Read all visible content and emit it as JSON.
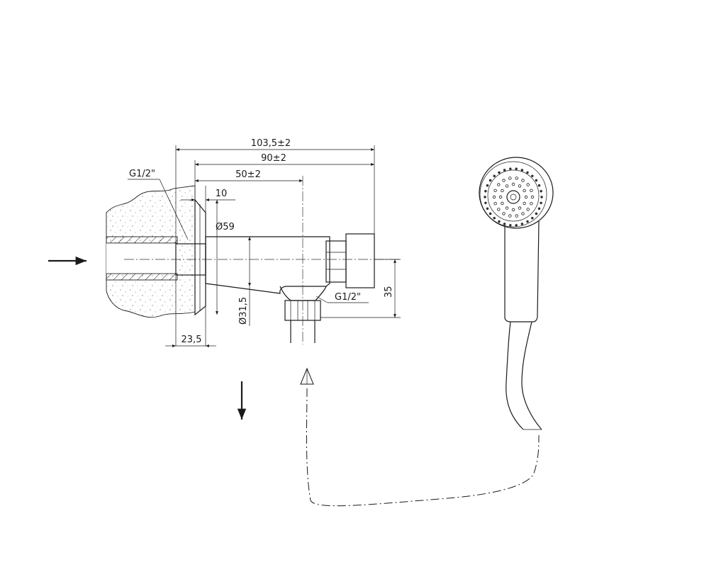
{
  "dimensions": {
    "overall_length": "103,5±2",
    "body_length": "90±2",
    "outlet_offset": "50±2",
    "flange_thickness": "10",
    "flange_diameter": "Ø59",
    "body_diameter": "Ø31,5",
    "wall_depth": "23,5",
    "outlet_drop": "35"
  },
  "threads": {
    "inlet": "G1/2\"",
    "outlet": "G1/2\""
  }
}
